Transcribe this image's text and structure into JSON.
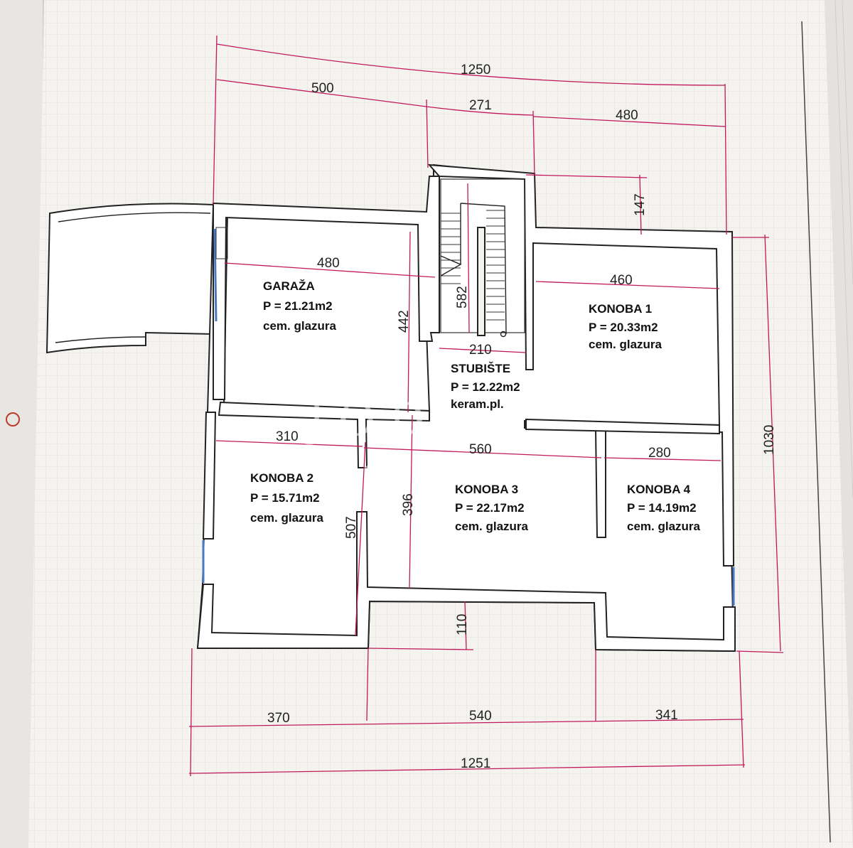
{
  "rooms": {
    "garaza": {
      "name": "GARAŽA",
      "area": "P = 21.21m2",
      "finish": "cem. glazura"
    },
    "konoba1": {
      "name": "KONOBA 1",
      "area": "P = 20.33m2",
      "finish": "cem. glazura"
    },
    "stubiste": {
      "name": "STUBIŠTE",
      "area": "P = 12.22m2",
      "finish": "keram.pl."
    },
    "konoba2": {
      "name": "KONOBA 2",
      "area": "P = 15.71m2",
      "finish": "cem. glazura"
    },
    "konoba3": {
      "name": "KONOBA 3",
      "area": "P = 22.17m2",
      "finish": "cem. glazura"
    },
    "konoba4": {
      "name": "KONOBA 4",
      "area": "P = 14.19m2",
      "finish": "cem. glazura"
    }
  },
  "dimensions": {
    "top_total": "1250",
    "top_left": "500",
    "top_mid": "271",
    "top_right": "480",
    "stair_offset": "147",
    "right_total": "1030",
    "garaza_width": "480",
    "garaza_depth": "442",
    "stair_length": "582",
    "stair_width": "210",
    "konoba1_width": "460",
    "konoba2_width": "310",
    "konoba2_depth": "507",
    "konoba3_width": "560",
    "konoba3_depth": "396",
    "konoba4_width": "280",
    "bottom_recess": "110",
    "bottom_left": "370",
    "bottom_mid": "540",
    "bottom_right": "341",
    "bottom_total": "1251"
  },
  "watermark": {
    "brand": "JODA",
    "sub": "NEKRETNINE"
  },
  "colors": {
    "dimension": "#c2185b",
    "window": "#4a78c2",
    "wall": "#222222",
    "paper": "#f4f3f0"
  }
}
